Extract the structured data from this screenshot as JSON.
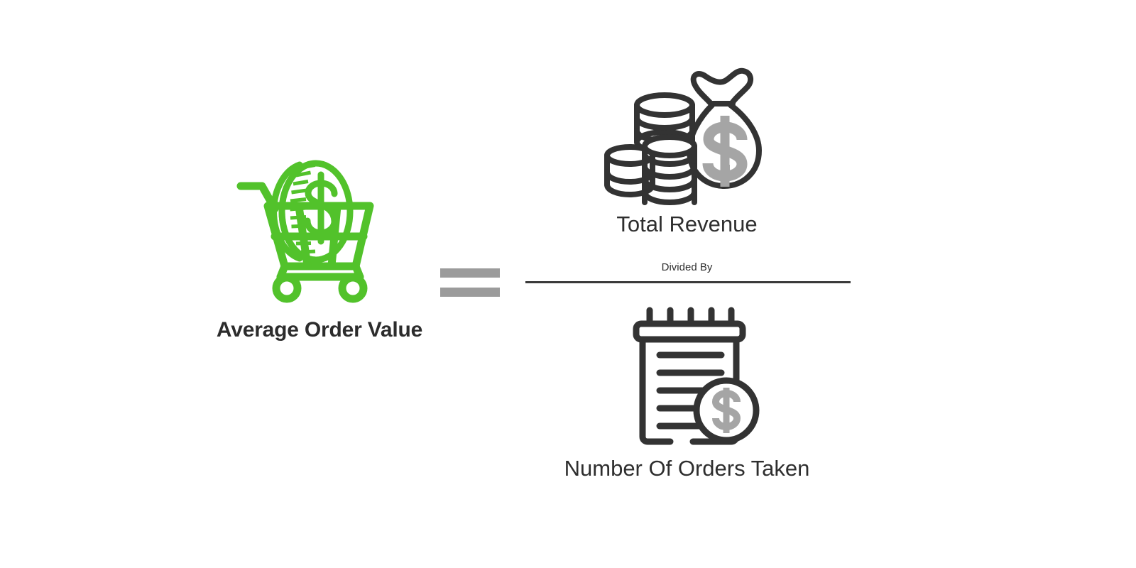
{
  "page": {
    "background_color": "#ffffff",
    "formula_description": "Average Order Value equals Total Revenue divided by Number Of Orders Taken"
  },
  "colors": {
    "green_accent": "#52c22b",
    "dark_text": "#2c2c2c",
    "icon_dark": "#333333",
    "icon_gray": "#a5a5a5",
    "equals_gray": "#9b9b9b",
    "fraction_line": "#3a3a3a"
  },
  "result": {
    "label": "Average Order Value",
    "icon": "shopping-cart-with-coin-icon"
  },
  "operator": {
    "symbol": "=",
    "name": "equals-sign"
  },
  "fraction": {
    "numerator": {
      "label": "Total Revenue",
      "icon": "coins-and-money-bag-icon"
    },
    "divider_label": "Divided By",
    "denominator": {
      "label": "Number Of Orders Taken",
      "icon": "receipt-invoice-with-coin-icon"
    }
  }
}
